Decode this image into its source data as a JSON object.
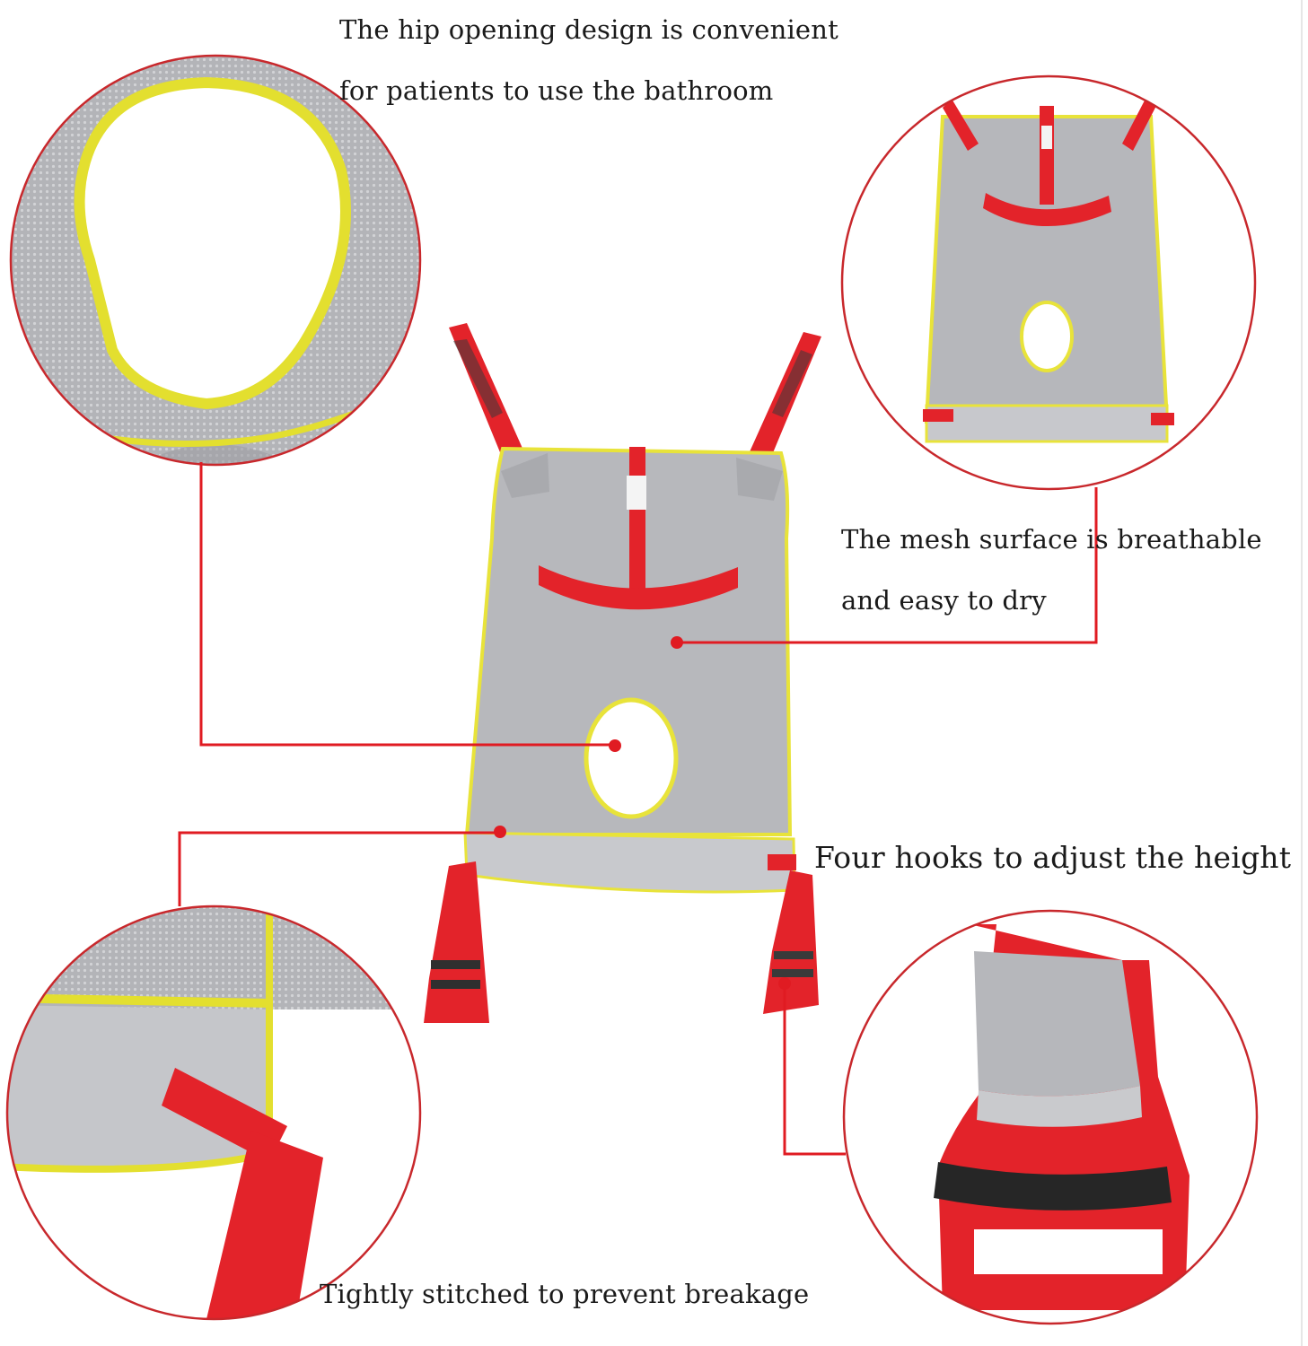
{
  "captions": {
    "hip_line1": "The hip opening design is convenient",
    "hip_line2": "for patients to use the bathroom",
    "mesh_line1": "The mesh surface is breathable",
    "mesh_line2": "and easy to dry",
    "hooks": "Four hooks to adjust the height",
    "stitched": "Tightly stitched to prevent breakage"
  },
  "colors": {
    "strap_red": "#e3232a",
    "mesh_gray": "#b8b8bc",
    "trim_yellow": "#e8e33a",
    "callout_red": "#e01b22",
    "circle_border": "#c8282c"
  },
  "icons": [
    "patient-lift-sling-image",
    "hip-opening-detail-image",
    "sling-back-view-image",
    "stitching-detail-image",
    "hook-strap-detail-image"
  ]
}
